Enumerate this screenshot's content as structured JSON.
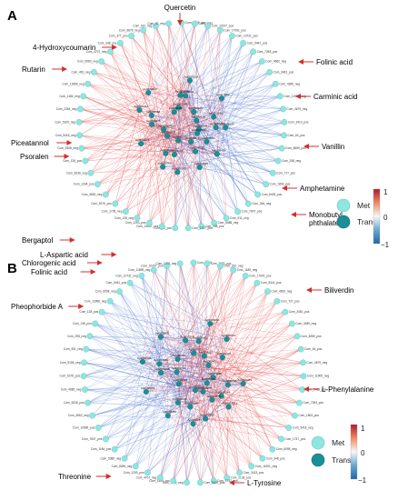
{
  "colors": {
    "met_node": "#8ee6e0",
    "trans_node": "#1a8f97",
    "edge_positive": "#e0393c",
    "edge_negative": "#3a62c9",
    "arrow": "#d0302e"
  },
  "panels": [
    {
      "letter": "A",
      "outer_nodes": [
        "Com_1189_neg",
        "Com_2783",
        "Com_10197_pos",
        "Com_17091_pos",
        "Com_10731_pos",
        "Com_5441_pos",
        "Com_7283_pos",
        "Com_4662_neg",
        "Com_3461_pos",
        "Com_4289_neg",
        "Com_11905_neg",
        "Com_4679_neg",
        "Com_3413_pos",
        "Com_64_pos",
        "Com_6689_pos",
        "Com_298_neg",
        "Com_727_pos",
        "Com_1803_pos",
        "Com_8409_pos",
        "Com_346_neg",
        "Com_7607_pos",
        "Com_911_neg",
        "Com_5088_neg",
        "Com_138_pos",
        "Com_1747_pos",
        "Com_50_pos",
        "Com_13537_pos",
        "Com_1253_pos",
        "Com_128_neg",
        "Com_1705_neg",
        "Com_5276_pos",
        "Com_3652_neg",
        "Com_1334_pos",
        "Com_8236_neg",
        "Com_126_pos",
        "Com_5368_neg",
        "Com_5418_neg",
        "Com_5105_neg",
        "Com_2284_neg",
        "Com_1184_neg",
        "Com_11899_neg",
        "Com_491_neg",
        "Com_5060_neg",
        "Com_4707_neg",
        "Com_348_pos",
        "Com_377_pos",
        "Com_6876_neg",
        "Com_610_neg",
        "Com_30_neg"
      ],
      "inner_nodes": [
        "Ag0000044",
        "Ag0000063",
        "Ag0004325",
        "Ag0005143",
        "Ag0002262",
        "Ag0003216",
        "Ag0002045",
        "Ag0000963",
        "Ag0002013",
        "Ag0001749",
        "Ag0003022",
        "novel.5662",
        "Ag0002876",
        "Ag0000373",
        "Ag0005462",
        "Ag0000972",
        "Ag0002462",
        "Ag0000760",
        "Ag0003021",
        "Ag0004375",
        "Ag0001044",
        "Ag0000450",
        "Ag0000748",
        "Ag0003216",
        "Ag0000963",
        "Ag0002048",
        "Ag0001013",
        "Ag0000760",
        "Ag0003022",
        "Ag0005143"
      ],
      "annotations": [
        {
          "label": "Quercetin",
          "node": 0
        },
        {
          "label": "4-Hydroxycoumarin",
          "node": 46
        },
        {
          "label": "Folinic acid",
          "node": 4
        },
        {
          "label": "Rutarin",
          "node": 43
        },
        {
          "label": "Carminic acid",
          "node": 7
        },
        {
          "label": "Piceatannol",
          "node": 35
        },
        {
          "label": "Vanillin",
          "node": 12
        },
        {
          "label": "Psoralen",
          "node": 34
        },
        {
          "label": "Amphetamine",
          "node": 16
        },
        {
          "label": "Monobutyl\nphthalate",
          "node": 19
        },
        {
          "label": "Bergaptol",
          "node": 29
        }
      ],
      "legend": {
        "items": [
          "Met",
          "Trans"
        ]
      },
      "colorbar": {
        "max": "1",
        "mid": "0",
        "min": "−1"
      }
    },
    {
      "letter": "B",
      "outer_nodes": [
        "Com_2783",
        "Com_2633_pos",
        "Com_610_neg",
        "Com_1189_neg",
        "Com_17091_pos",
        "Com_5441_pos",
        "Com_4662_neg",
        "Com_727_pos",
        "Com_3461_pos",
        "Com_4289_neg",
        "Com_8289_pos",
        "Com_64_pos",
        "Com_4679_neg",
        "Com_11905_neg",
        "Com_3413_pos",
        "Com_7283_pos",
        "Com_1803_pos",
        "Com_5418_neg",
        "Com_1747_pos",
        "Com_6098_neg",
        "Com_348_pos",
        "Com_11901_neg",
        "Com_3413_pos",
        "Com_2139_pos",
        "Com_1742_pos",
        "Com_5105_pos",
        "Com_7256_neg",
        "Com_1334_pos",
        "Com_4707_neg",
        "Com_1253_pos",
        "Com_8284_neg",
        "Com_5389_neg",
        "Com_1184_pos",
        "Com_7607_pos",
        "Com_10696_pos",
        "Com_3652_neg",
        "Com_6236_pos",
        "Com_4682_neg",
        "Com_5276_pos",
        "Com_5105_neg",
        "Com_491_neg",
        "Com_298_neg",
        "Com_136_pos",
        "Com_128_pos",
        "Com_13066_neg",
        "Com_6098_neg",
        "Com_5441_pos",
        "Com_10731_neg",
        "Com_11899_neg",
        "Com_10207_pos",
        "Com_1705_neg"
      ],
      "inner_nodes": [
        "Ag0004263",
        "Ag0000044",
        "Ag0005143",
        "Ag0002262",
        "Ag0002045",
        "Ag0000963",
        "Ag0001749",
        "Ag0003022",
        "Ag0002876",
        "Ag0000373",
        "Ag0005462",
        "Ag0000972",
        "Ag0002462",
        "Ag0000760",
        "Ag0003021",
        "Ag0004375",
        "Ag0001044",
        "Ag0000450",
        "Ag0000748",
        "Ag0003216",
        "Ag0002048",
        "Ag0001013",
        "Ag0003216",
        "Ag0000963",
        "Ag0002013",
        "Ag0004325",
        "Ag0000063",
        "Ag0005143",
        "Ag0002876",
        "Ag0000373"
      ],
      "annotations": [
        {
          "label": "L-Aspartic acid",
          "node": 48
        },
        {
          "label": "Biliverdin",
          "node": 5
        },
        {
          "label": "Chlorogenic acid",
          "node": 47
        },
        {
          "label": "Folinic acid",
          "node": 46
        },
        {
          "label": "Pheophorbide A",
          "node": 42
        },
        {
          "label": "L-Phenylalanine",
          "node": 13
        },
        {
          "label": "Threonine",
          "node": 29
        },
        {
          "label": "L-Tyrosine",
          "node": 23
        }
      ],
      "legend": {
        "items": [
          "Met",
          "Trans"
        ]
      },
      "colorbar": {
        "max": "1",
        "mid": "0",
        "min": "−1"
      }
    }
  ]
}
